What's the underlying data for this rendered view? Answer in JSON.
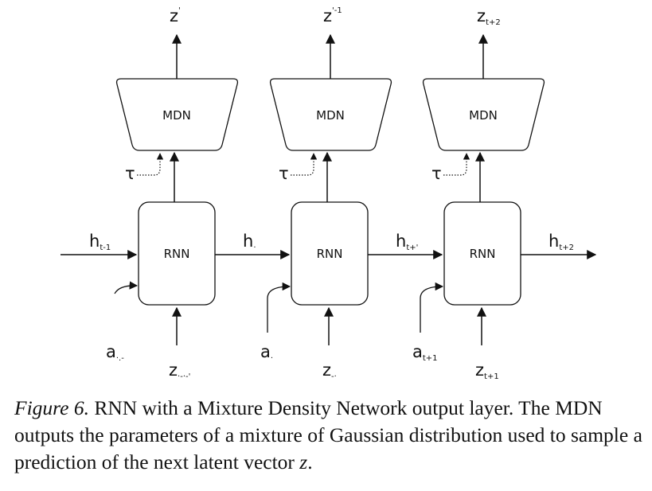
{
  "diagram": {
    "steps": [
      {
        "rnn_label": "RNN",
        "mdn_label": "MDN",
        "output": {
          "base": "z",
          "sub": "'"
        },
        "tau": "τ",
        "input_a": {
          "base": "a",
          "sub": "·.-"
        },
        "input_z": {
          "base": "z",
          "sub": "·-·-'"
        },
        "h_in": {
          "base": "h",
          "sub": "t-1"
        },
        "h_out": {
          "base": "h",
          "sub": "·"
        }
      },
      {
        "rnn_label": "RNN",
        "mdn_label": "MDN",
        "output": {
          "base": "z",
          "sub": "'-1"
        },
        "tau": "τ",
        "input_a": {
          "base": "a",
          "sub": "·"
        },
        "input_z": {
          "base": "z",
          "sub": "-·"
        },
        "h_out": {
          "base": "h",
          "sub": "t+'"
        }
      },
      {
        "rnn_label": "RNN",
        "mdn_label": "MDN",
        "output": {
          "base": "z",
          "sub": "t+2"
        },
        "tau": "τ",
        "input_a": {
          "base": "a",
          "sub": "t+1"
        },
        "input_z": {
          "base": "z",
          "sub": "t+1"
        },
        "h_out": {
          "base": "h",
          "sub": "t+2"
        }
      }
    ]
  },
  "caption": {
    "figure_label": "Figure 6.",
    "text_before_z": " RNN with a Mixture Density Network output layer. The MDN outputs the parameters of a mixture of Gaussian distribution used to sample a prediction of the next latent vector ",
    "z": "z",
    "text_after_z": "."
  }
}
